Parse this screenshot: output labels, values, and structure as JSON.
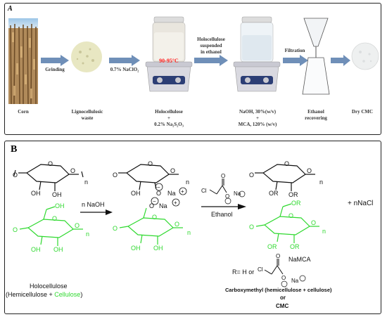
{
  "panel_a": {
    "label": "A",
    "items": [
      {
        "key": "corn",
        "caption": "Corn"
      },
      {
        "key": "waste",
        "caption": "Lignocellulosic\nwaste"
      },
      {
        "key": "holo",
        "caption": "Holocellulose\n+\n0.2% Na₂S₂O₃"
      },
      {
        "key": "naoh",
        "caption": "NaOH, 30%(w/v)\n+\nMCA, 120% (w/v)"
      },
      {
        "key": "ethanol",
        "caption": "Ethanol\nrecovering"
      },
      {
        "key": "cmc",
        "caption": "Dry CMC"
      }
    ],
    "arrows": {
      "grinding": "Grinding",
      "naclo2": "0.7% NaClO₂",
      "suspended": "Holocellulose\nsuspended\nin ethanol",
      "filtration": "Filtration"
    },
    "temperature": "90-95°C"
  },
  "panel_b": {
    "label": "B",
    "reagent_naoh": "n NaOH",
    "reagent_ethanol": "Ethanol",
    "byproduct": "+ nNaCl",
    "holo_label_1": "Holocellulose",
    "holo_label_2_prefix": "(Hemicellulose + ",
    "holo_label_2_green": "Cellulose",
    "holo_label_2_suffix": ")",
    "r_def": "R= H or",
    "namca": "NaMCA",
    "product_line": "Carboxymethyl (hemicellulose  + cellulose)",
    "or": "or",
    "cmc": "CMC"
  },
  "colors": {
    "arrow": "#6f8fb8",
    "green": "#2fd92f",
    "hotplate": "#d9d9e0",
    "dial": "#2c3e75",
    "temp": "#ff2020"
  }
}
